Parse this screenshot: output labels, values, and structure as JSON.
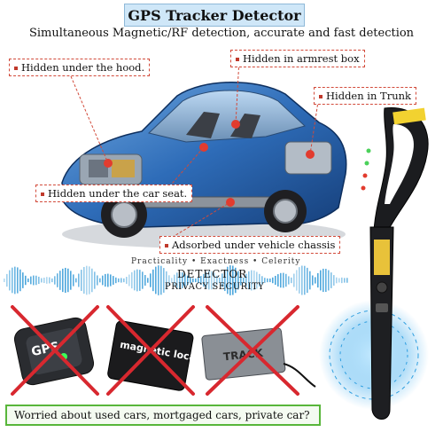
{
  "header": {
    "title": "GPS Tracker Detector",
    "subtitle": "Simultaneous Magnetic/RF detection, accurate and fast detection"
  },
  "callouts": {
    "hood": "Hidden under the hood.",
    "armrest": "Hidden in armrest box",
    "trunk": "Hidden in Trunk",
    "seat": "Hidden under the car seat.",
    "chassis": "Adsorbed under vehicle chassis"
  },
  "banner": {
    "tagline": "Practicality • Exactness • Celerity",
    "detector": "DETECTOR",
    "privacy": "PRIVACY SECURITY"
  },
  "devices": {
    "gps_label": "GPS",
    "magnetic_label": "magnetic locator",
    "track_label": "TRACK"
  },
  "footer": {
    "question": "Worried about used cars, mortgaged cars,  private car?"
  },
  "colors": {
    "title_bg": "#cfe7f8",
    "callout_border": "#d24a3a",
    "cross": "#d8282f",
    "footer_border": "#58b63a",
    "wave": "#1e8fd0"
  }
}
